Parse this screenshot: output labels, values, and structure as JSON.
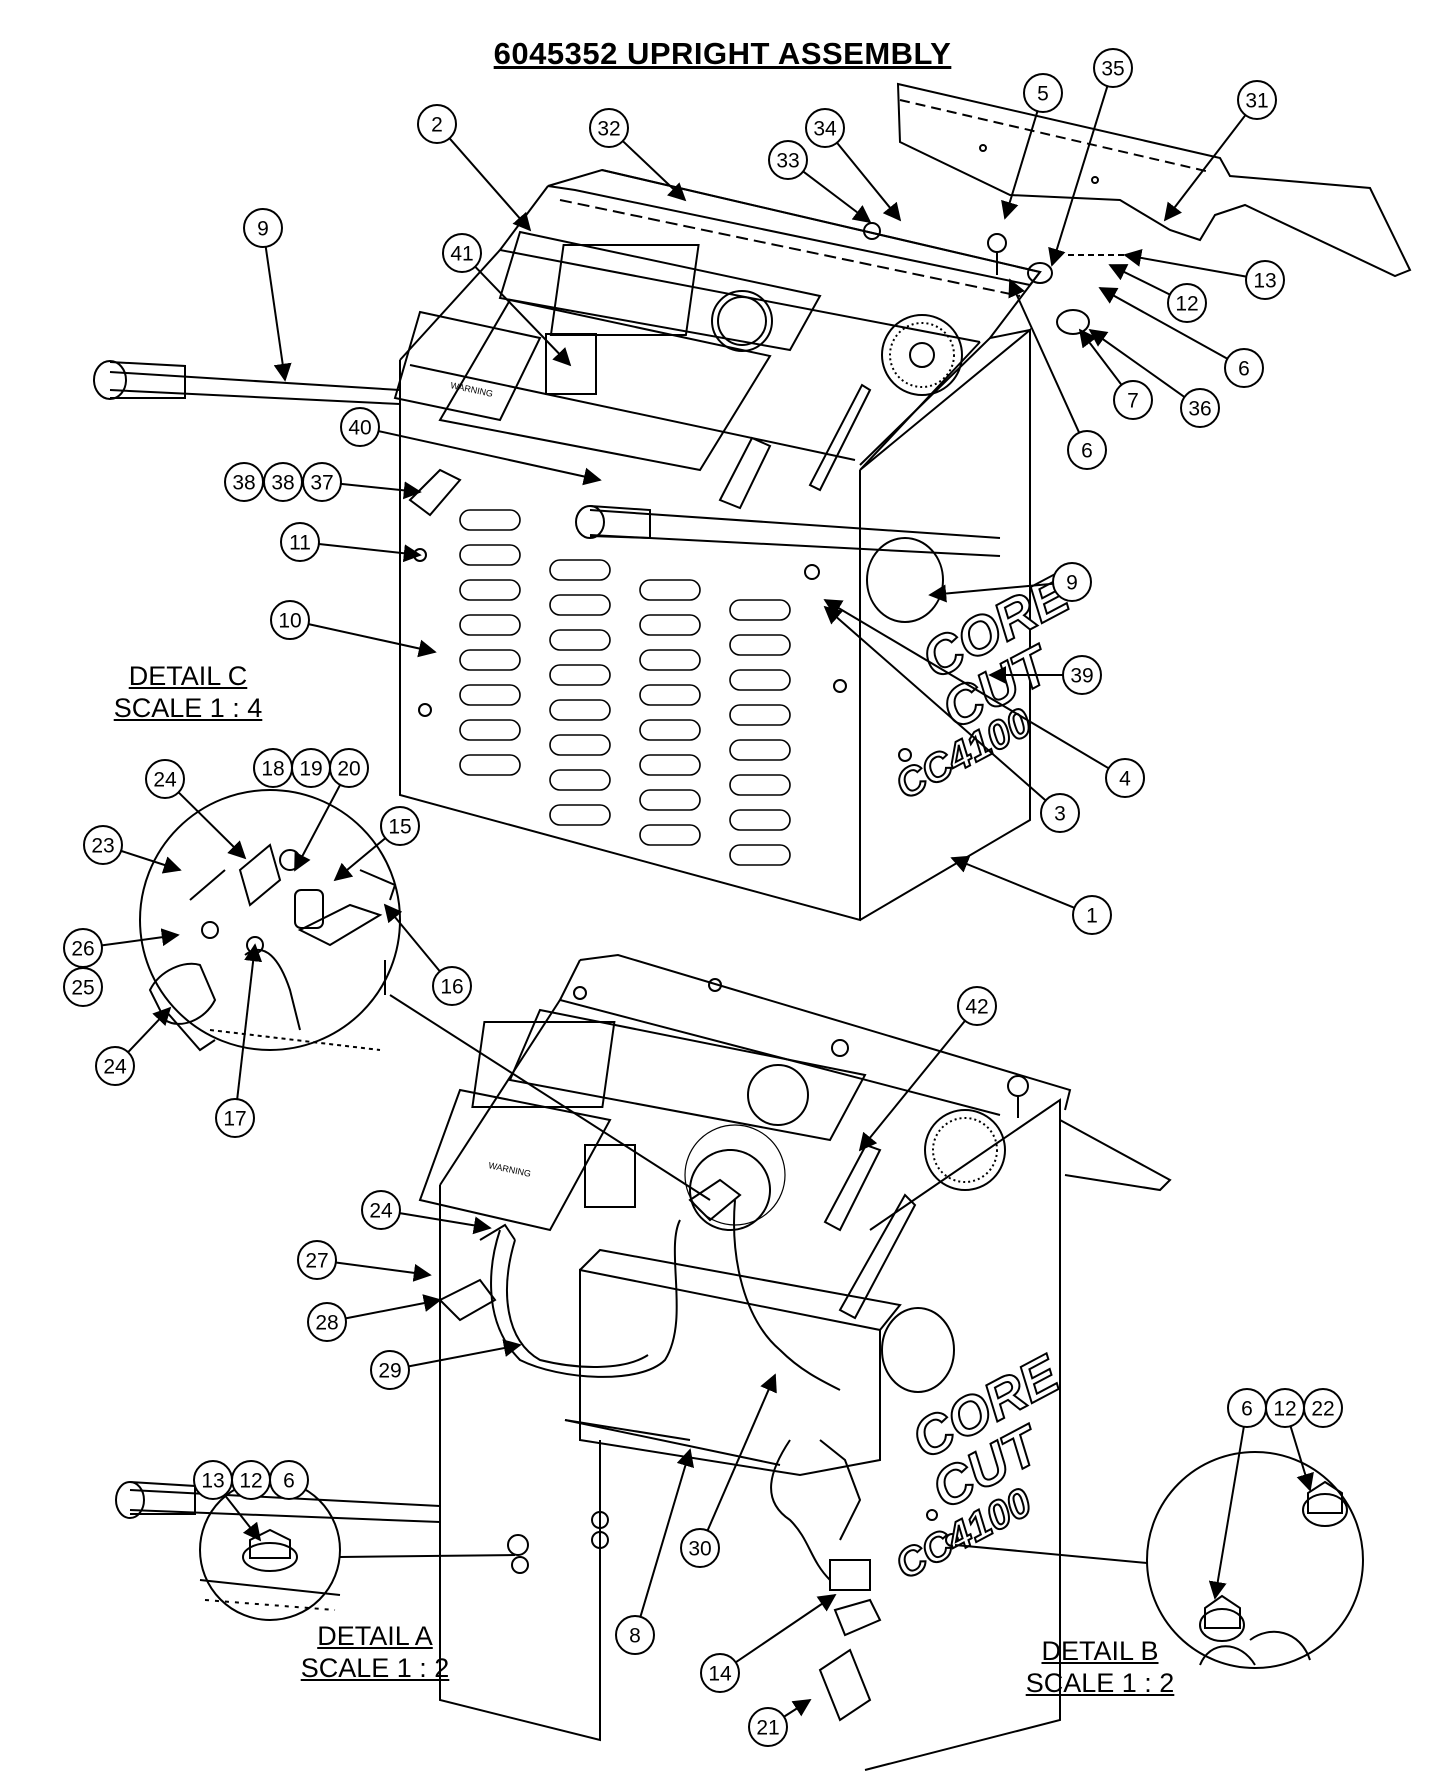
{
  "title": "6045352  UPRIGHT ASSEMBLY",
  "details": [
    {
      "name": "DETAIL C",
      "scale": "SCALE 1 : 4"
    },
    {
      "name": "DETAIL A",
      "scale": "SCALE 1 : 2"
    },
    {
      "name": "DETAIL B",
      "scale": "SCALE 1 : 2"
    }
  ],
  "brand": {
    "line1": "CORE",
    "line2": "CUT",
    "model": "CC4100"
  },
  "label_text": {
    "warning": "WARNING"
  },
  "callouts": [
    {
      "num": "1"
    },
    {
      "num": "2"
    },
    {
      "num": "3"
    },
    {
      "num": "4"
    },
    {
      "num": "5"
    },
    {
      "num": "6"
    },
    {
      "num": "6"
    },
    {
      "num": "7"
    },
    {
      "num": "8"
    },
    {
      "num": "9"
    },
    {
      "num": "9"
    },
    {
      "num": "10"
    },
    {
      "num": "11"
    },
    {
      "num": "12"
    },
    {
      "num": "13"
    },
    {
      "num": "14"
    },
    {
      "num": "15"
    },
    {
      "num": "16"
    },
    {
      "num": "17"
    },
    {
      "num": "18"
    },
    {
      "num": "19"
    },
    {
      "num": "20"
    },
    {
      "num": "21"
    },
    {
      "num": "23"
    },
    {
      "num": "24"
    },
    {
      "num": "24"
    },
    {
      "num": "24"
    },
    {
      "num": "25"
    },
    {
      "num": "26"
    },
    {
      "num": "27"
    },
    {
      "num": "28"
    },
    {
      "num": "29"
    },
    {
      "num": "30"
    },
    {
      "num": "31"
    },
    {
      "num": "32"
    },
    {
      "num": "33"
    },
    {
      "num": "34"
    },
    {
      "num": "35"
    },
    {
      "num": "36"
    },
    {
      "num": "37"
    },
    {
      "num": "38"
    },
    {
      "num": "38"
    },
    {
      "num": "39"
    },
    {
      "num": "40"
    },
    {
      "num": "41"
    },
    {
      "num": "42"
    },
    {
      "num": "13"
    },
    {
      "num": "12"
    },
    {
      "num": "6"
    },
    {
      "num": "6"
    },
    {
      "num": "12"
    },
    {
      "num": "22"
    }
  ]
}
